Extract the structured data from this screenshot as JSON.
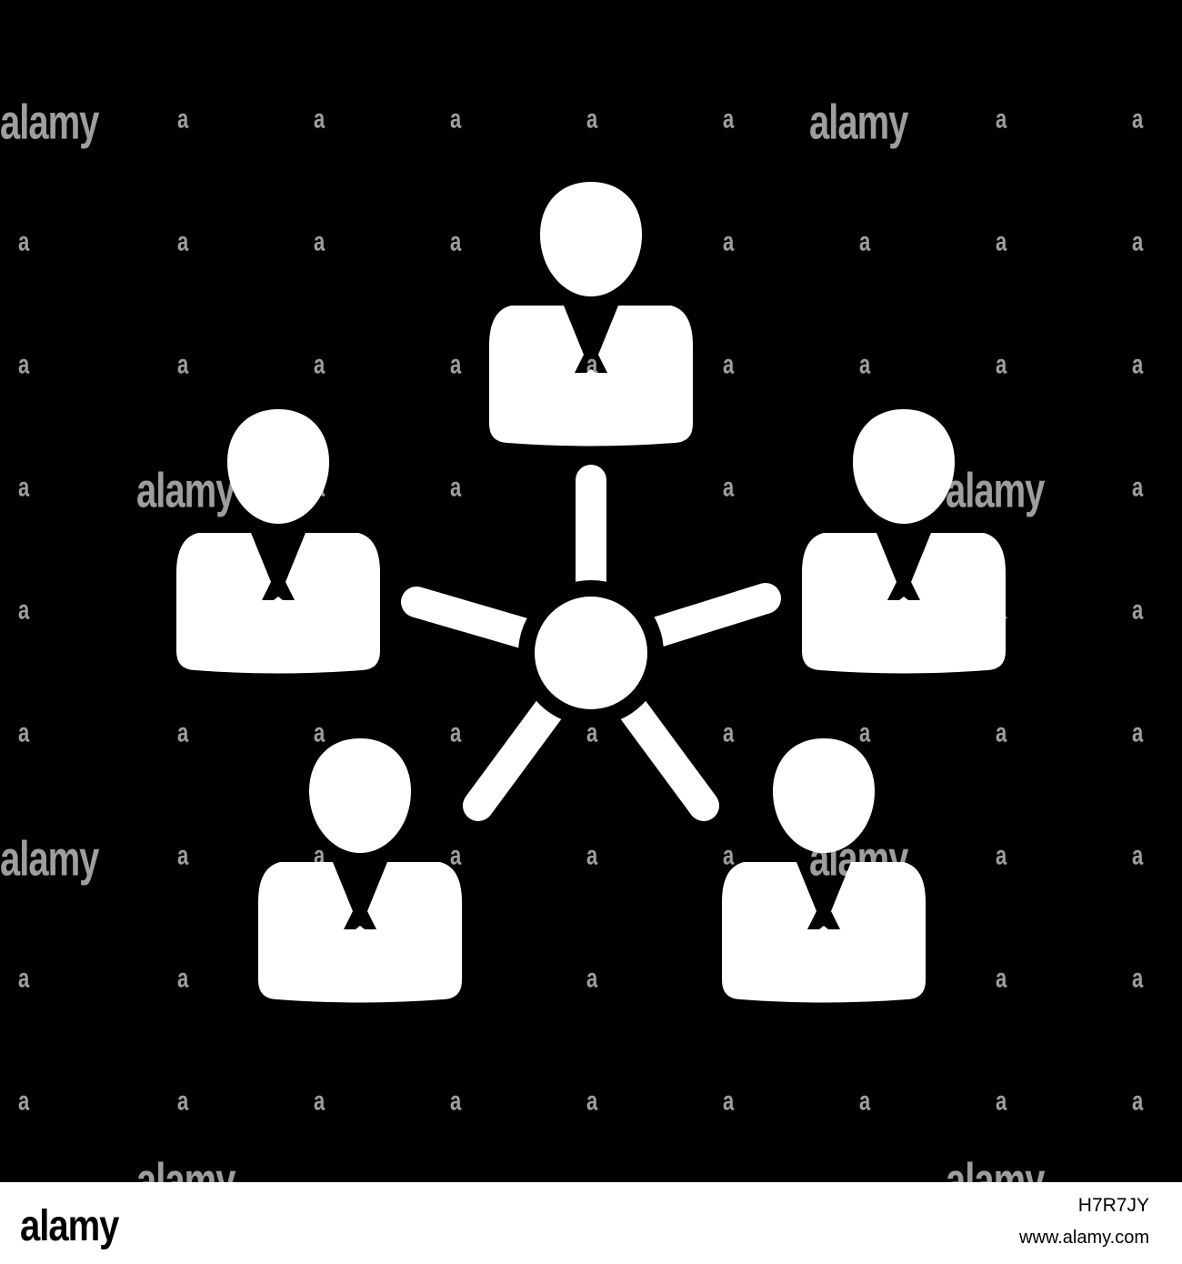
{
  "colors": {
    "background": "#000000",
    "icon": "#ffffff",
    "watermark": "#ffffff",
    "footer_background": "#ffffff",
    "footer_text": "#000000"
  },
  "icon": {
    "name": "business-network-icon",
    "people_count": 5,
    "spoke_count": 5
  },
  "watermark": {
    "word": "alamy",
    "mark": "a"
  },
  "footer": {
    "logo": "alamy",
    "image_id": "H7R7JY",
    "url": "www.alamy.com"
  }
}
